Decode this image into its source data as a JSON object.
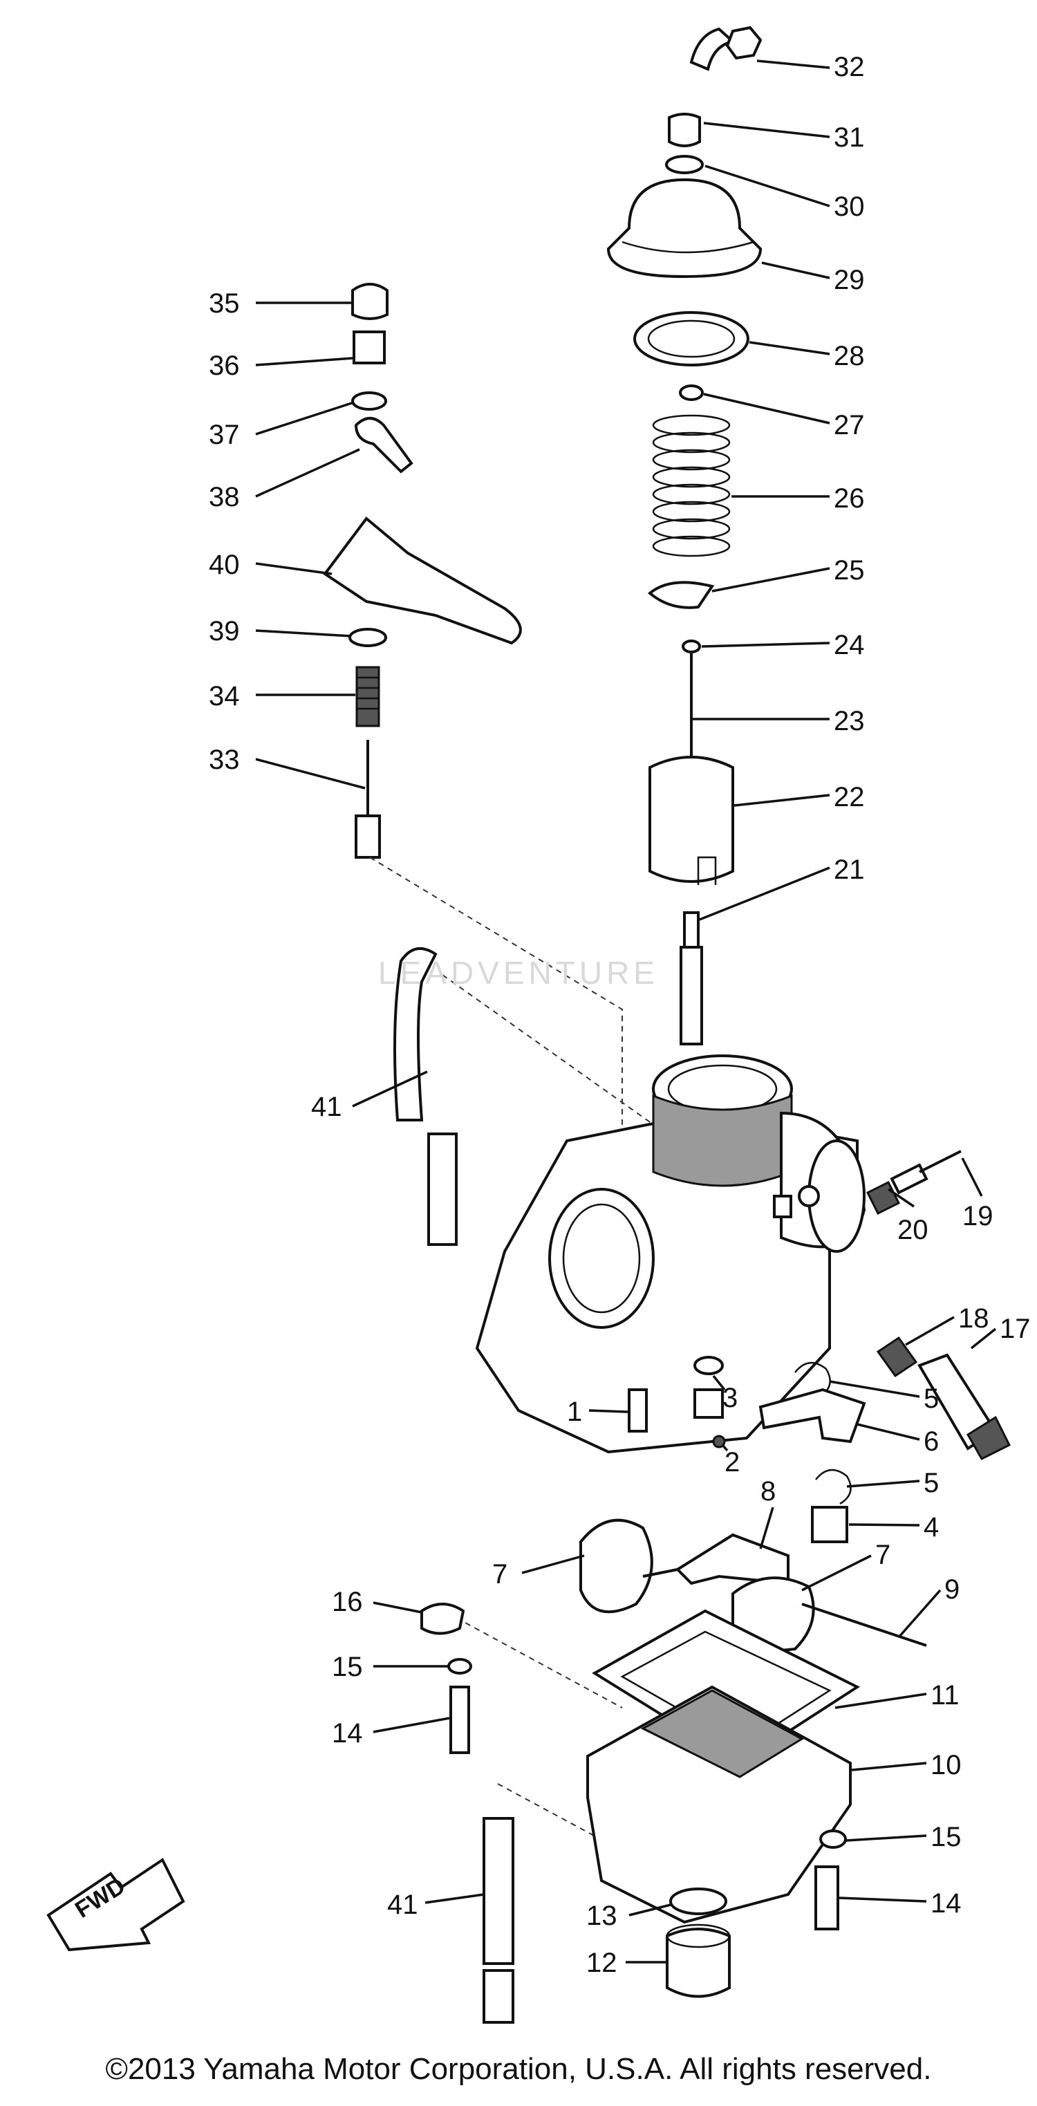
{
  "watermark": "LEADVENTURE",
  "copyright": "©2013 Yamaha Motor Corporation, U.S.A. All rights reserved.",
  "fwd_label": "FWD",
  "callouts": [
    {
      "id": "32",
      "label": "32"
    },
    {
      "id": "31",
      "label": "31"
    },
    {
      "id": "30",
      "label": "30"
    },
    {
      "id": "29",
      "label": "29"
    },
    {
      "id": "28",
      "label": "28"
    },
    {
      "id": "27",
      "label": "27"
    },
    {
      "id": "26",
      "label": "26"
    },
    {
      "id": "25",
      "label": "25"
    },
    {
      "id": "24",
      "label": "24"
    },
    {
      "id": "23",
      "label": "23"
    },
    {
      "id": "22",
      "label": "22"
    },
    {
      "id": "21",
      "label": "21"
    },
    {
      "id": "35",
      "label": "35"
    },
    {
      "id": "36",
      "label": "36"
    },
    {
      "id": "37",
      "label": "37"
    },
    {
      "id": "38",
      "label": "38"
    },
    {
      "id": "40",
      "label": "40"
    },
    {
      "id": "39",
      "label": "39"
    },
    {
      "id": "34",
      "label": "34"
    },
    {
      "id": "33",
      "label": "33"
    },
    {
      "id": "41a",
      "label": "41"
    },
    {
      "id": "19",
      "label": "19"
    },
    {
      "id": "20",
      "label": "20"
    },
    {
      "id": "18",
      "label": "18"
    },
    {
      "id": "17",
      "label": "17"
    },
    {
      "id": "5a",
      "label": "5"
    },
    {
      "id": "6",
      "label": "6"
    },
    {
      "id": "5b",
      "label": "5"
    },
    {
      "id": "4",
      "label": "4"
    },
    {
      "id": "1",
      "label": "1"
    },
    {
      "id": "3",
      "label": "3"
    },
    {
      "id": "2",
      "label": "2"
    },
    {
      "id": "8",
      "label": "8"
    },
    {
      "id": "7a",
      "label": "7"
    },
    {
      "id": "7b",
      "label": "7"
    },
    {
      "id": "9",
      "label": "9"
    },
    {
      "id": "16",
      "label": "16"
    },
    {
      "id": "15a",
      "label": "15"
    },
    {
      "id": "14a",
      "label": "14"
    },
    {
      "id": "11",
      "label": "11"
    },
    {
      "id": "10",
      "label": "10"
    },
    {
      "id": "15b",
      "label": "15"
    },
    {
      "id": "41b",
      "label": "41"
    },
    {
      "id": "13",
      "label": "13"
    },
    {
      "id": "14b",
      "label": "14"
    },
    {
      "id": "12",
      "label": "12"
    }
  ]
}
